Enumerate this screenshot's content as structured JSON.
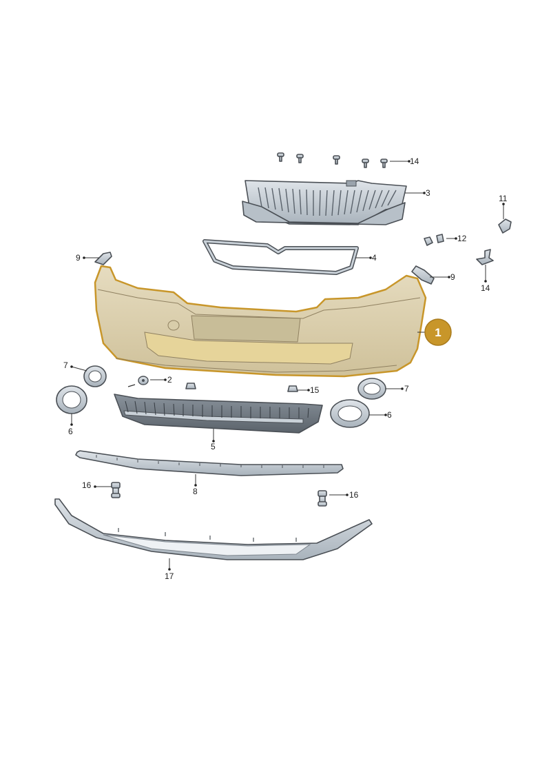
{
  "diagram": {
    "highlight_color": "#c8962a",
    "part_fill": "#c9d1d8",
    "highlighted_part": "1",
    "callouts": {
      "c1": "1",
      "c2": "2",
      "c3": "3",
      "c4": "4",
      "c5": "5",
      "c6_left": "6",
      "c6_right": "6",
      "c7_left": "7",
      "c7_right": "7",
      "c8": "8",
      "c9_left": "9",
      "c9_right": "9",
      "c11": "11",
      "c12": "12",
      "c14_top": "14",
      "c14_right": "14",
      "c15": "15",
      "c16_left": "16",
      "c16_right": "16",
      "c17": "17"
    }
  }
}
